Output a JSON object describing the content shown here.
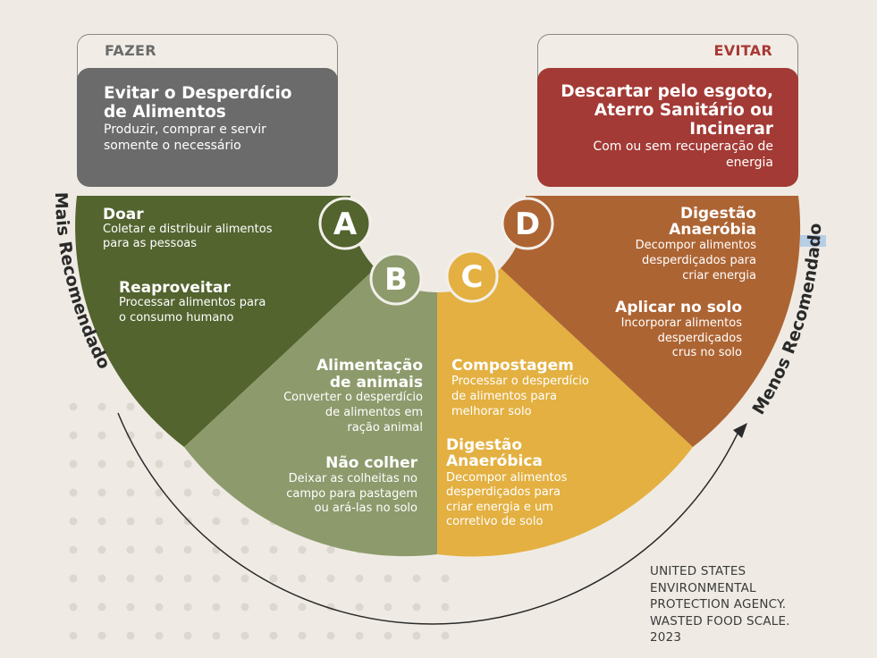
{
  "fazer": {
    "tab_label": "FAZER",
    "title": "Evitar o Desperdício de Alimentos",
    "desc": "Produzir, comprar e servir somente o necessário"
  },
  "evitar": {
    "tab_label": "EVITAR",
    "title": "Descartar pelo esgoto, Aterro Sanitário ou Incinerar",
    "desc": "Com ou sem recuperação de energia"
  },
  "segments": {
    "a": {
      "letter": "A",
      "items": [
        {
          "title": "Doar",
          "desc": "Coletar e distribuir alimentos para as pessoas"
        },
        {
          "title": "Reaproveitar",
          "desc": "Processar alimentos para o consumo humano"
        }
      ]
    },
    "b": {
      "letter": "B",
      "items": [
        {
          "title": "Alimentação de animais",
          "desc": "Converter o desperdício de alimentos em ração animal"
        },
        {
          "title": "Não colher",
          "desc": "Deixar as colheitas no campo para pastagem ou ará-las no solo"
        }
      ]
    },
    "c": {
      "letter": "C",
      "items": [
        {
          "title": "Compostagem",
          "desc": "Processar o desperdício de alimentos para melhorar  solo"
        },
        {
          "title": "Digestão Anaeróbica",
          "desc": "Decompor alimentos desperdiçados para criar energia e um corretivo de solo"
        }
      ]
    },
    "d": {
      "letter": "D",
      "items": [
        {
          "title": "Digestão Anaeróbia",
          "desc": "Decompor alimentos desperdiçados para criar energia"
        },
        {
          "title": "Aplicar no solo",
          "desc": "Incorporar alimentos desperdiçados crus no solo"
        }
      ]
    }
  },
  "scale": {
    "left_label": "Mais Recomendado",
    "right_label": "Menos Recomendado"
  },
  "source": "UNITED STATES ENVIRONMENTAL PROTECTION AGENCY. WASTED FOOD SCALE. 2023",
  "colors": {
    "fazer_box": "#6b6b6b",
    "evitar_box": "#a33a35",
    "evitar_accent": "#a93935",
    "segment_a": "#53642f",
    "segment_b": "#8d9a6c",
    "segment_c": "#e3b041",
    "segment_d": "#ad6433",
    "background": "#efebe4"
  }
}
